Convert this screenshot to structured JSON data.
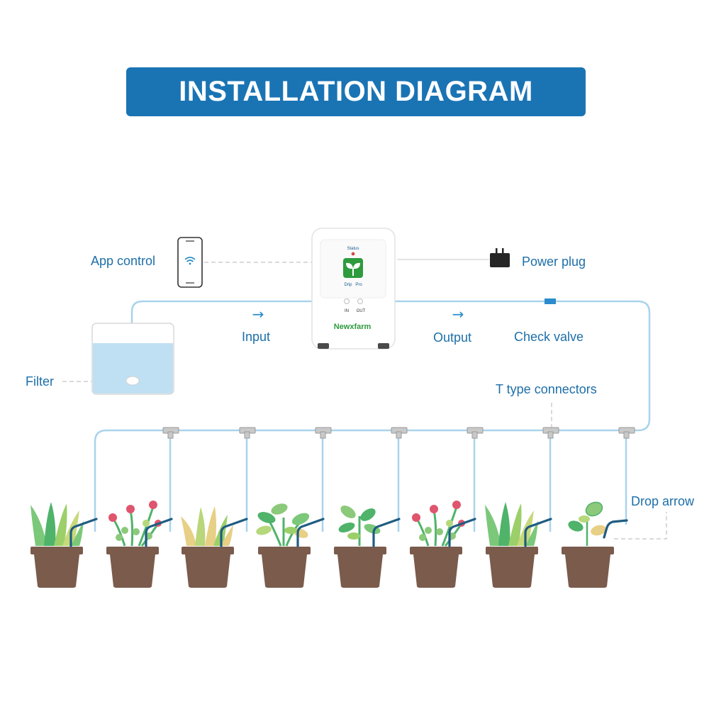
{
  "title": "INSTALLATION DIAGRAM",
  "labels": {
    "app_control": "App control",
    "power_plug": "Power plug",
    "input": "Input",
    "output": "Output",
    "check_valve": "Check valve",
    "filter": "Filter",
    "t_connectors": "T type connectors",
    "drop_arrow": "Drop arrow"
  },
  "device": {
    "status": "Status",
    "model_drip": "Drip",
    "model_pro": "Pro",
    "port_in": "IN",
    "port_out": "OUT",
    "brand": "Newxfarm"
  },
  "icons": {
    "flow_arrow": "→",
    "phone": "smartphone-wifi-icon",
    "plug": "power-plug-icon"
  },
  "colors": {
    "banner": "#1a74b4",
    "label": "#1d6fa9",
    "tube": "#a9d3ec",
    "water": "#bfe0f3",
    "pot": "#7a5b4c",
    "brand_green": "#2e9b3e"
  }
}
